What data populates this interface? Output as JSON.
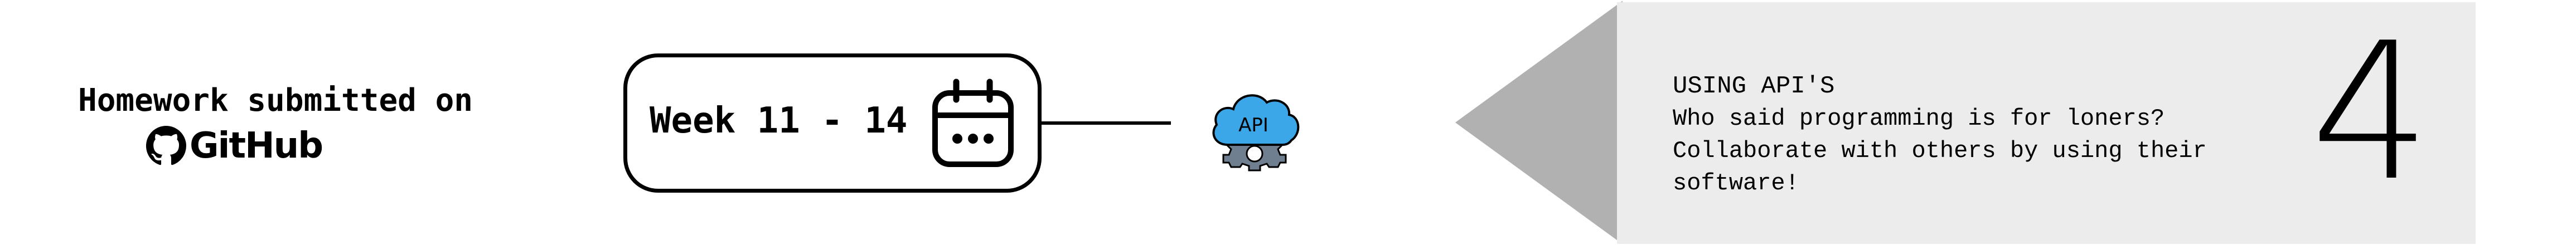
{
  "homework": {
    "label": "Homework submitted on",
    "platform": "GitHub",
    "platform_icon": "github-octocat-icon"
  },
  "week_box": {
    "label": "Week 11 - 14",
    "icon": "calendar-icon"
  },
  "api_badge": {
    "icon": "cloud-api-gear-icon",
    "text": "API"
  },
  "module": {
    "title": "USING API'S",
    "description": "Who said programming is for loners? Collaborate with others by using their software!",
    "number": "4"
  },
  "colors": {
    "arrow": "#b1b1b1",
    "panel": "#ececed",
    "api_cloud": "#3ba6e8",
    "api_gear": "#6f7f8f"
  }
}
